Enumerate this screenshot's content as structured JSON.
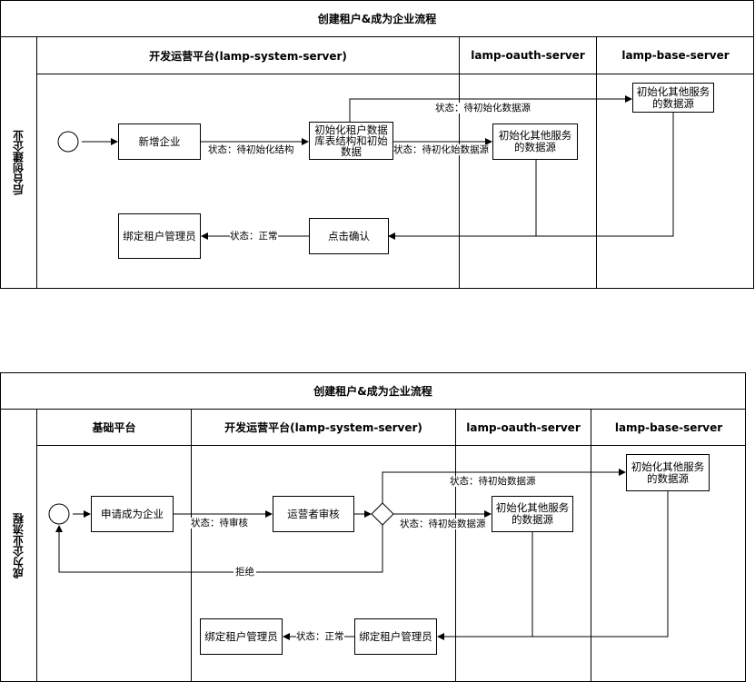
{
  "diagram1": {
    "title": "创建租户&成为企业流程",
    "lane_label": "后台创建企业",
    "columns": [
      "开发运营平台(lamp-system-server)",
      "lamp-oauth-server",
      "lamp-base-server"
    ],
    "nodes": {
      "add_enterprise": "新增企业",
      "init_tenant_db": "初始化租户数据库表结构和初始数据",
      "init_oauth_ds": "初始化其他服务的数据源",
      "init_base_ds": "初始化其他服务的数据源",
      "confirm": "点击确认",
      "bind_admin": "绑定租户管理员"
    },
    "edge_labels": {
      "to_init": "状态：待初始化结构",
      "to_oauth": "状态：待初化始数据源",
      "to_base": "状态：待初始化数据源",
      "to_bind": "状态：正常"
    }
  },
  "diagram2": {
    "title": "创建租户&成为企业流程",
    "lane_label": "成为企业流程",
    "columns": [
      "基础平台",
      "开发运营平台(lamp-system-server)",
      "lamp-oauth-server",
      "lamp-base-server"
    ],
    "nodes": {
      "apply": "申请成为企业",
      "review": "运营者审核",
      "init_oauth_ds": "初始化其他服务的数据源",
      "init_base_ds": "初始化其他服务的数据源",
      "bind_admin_right": "绑定租户管理员",
      "bind_admin_left": "绑定租户管理员"
    },
    "edge_labels": {
      "to_review": "状态：待审核",
      "to_oauth": "状态：待初始数据源",
      "to_base": "状态：待初始数据源",
      "reject": "拒绝",
      "to_bind": "状态：正常"
    }
  }
}
